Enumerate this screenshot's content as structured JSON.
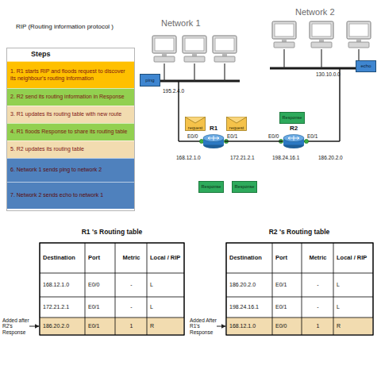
{
  "diagram": {
    "title": "RIP (Routing information protocol )",
    "nodes": [
      {
        "text": [
          "Steps"
        ]
      },
      {
        "text": [
          "1. R1 starts RIP and floods request to discover its neighbour's routing information"
        ],
        "in": 0
      },
      {
        "text": [
          "2. R2 send its routing information in Response"
        ],
        "in": 0
      },
      {
        "text": [
          "3. R1 updates its routing table with new route"
        ],
        "in": 0
      },
      {
        "text": [
          "4. R1 floods Response to share its routing table"
        ],
        "in": 0
      },
      {
        "text": [
          "5. R2 updates its routing table"
        ],
        "in": 0
      },
      {
        "text": [
          "6. Network 1 sends ping to network 2"
        ],
        "in": 0
      },
      {
        "text": [
          "7. Network 2 sends echo to network 1"
        ],
        "in": 0
      },
      {
        "text": [
          "echo"
        ]
      },
      {
        "text": [
          "ping"
        ]
      },
      {
        "text": [
          "Response"
        ]
      },
      {
        "text": [
          "request"
        ]
      },
      {
        "text": [
          "request"
        ]
      },
      {
        "text": [
          "R1"
        ]
      },
      {
        "text": [
          "R2"
        ]
      },
      {
        "text": [
          "Response"
        ]
      },
      {
        "text": [
          "Response"
        ]
      }
    ],
    "edges": [
      {
        "from": 13,
        "to": 14,
        "arrow": "none"
      }
    ],
    "labels": [
      "Network 1",
      "Network 2",
      "195.2.4.0",
      "130.10.0.0",
      "E0/0",
      "E0/1",
      "E0/0",
      "E0/1",
      "168.12.1.0",
      "172.21.2.1",
      "198.24.16.1",
      "186.20.2.0",
      "R1 's Routing table",
      "Destination",
      "Port",
      "Metric",
      "Local / RIP",
      "168.12.1.0",
      "E0/0",
      "-",
      "L",
      "172.21.2.1",
      "E0/1",
      "-",
      "L",
      "186.20.2.0",
      "E0/1",
      "1",
      "R",
      "Added after R2's Response",
      "R2 's Routing table",
      "Destination",
      "Port",
      "Metric",
      "Local / RIP",
      "186.20.2.0",
      "E0/1",
      "-",
      "L",
      "198.24.16.1",
      "E0/1",
      "-",
      "L",
      "168.12.1.0",
      "E0/0",
      "1",
      "R",
      "Added After R1's Response"
    ]
  }
}
